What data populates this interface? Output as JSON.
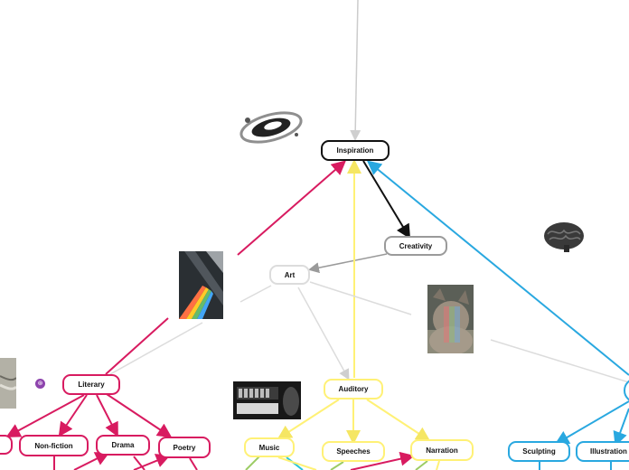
{
  "nodes": {
    "inspiration": "Inspiration",
    "creativity": "Creativity",
    "art": "Art",
    "literary": "Literary",
    "non_fiction": "Non-fiction",
    "drama": "Drama",
    "poetry": "Poetry",
    "auditory": "Auditory",
    "music": "Music",
    "speeches": "Speeches",
    "narration": "Narration",
    "sculpting": "Sculpting",
    "illustration": "Illustration"
  },
  "images": {
    "galaxy": "galaxy-image",
    "prism": "prism-light-image",
    "cat": "cat-image",
    "brain": "brain-image",
    "studio": "music-studio-image",
    "book": "book-image"
  },
  "icons": {
    "node_marker": "link-icon"
  },
  "colors": {
    "black": "#111111",
    "grey": "#9a9a9a",
    "light_grey": "#dcdcdc",
    "red": "#d81b60",
    "yellow": "#fff176",
    "blue": "#29a8e0",
    "purple": "#8e44ad"
  }
}
